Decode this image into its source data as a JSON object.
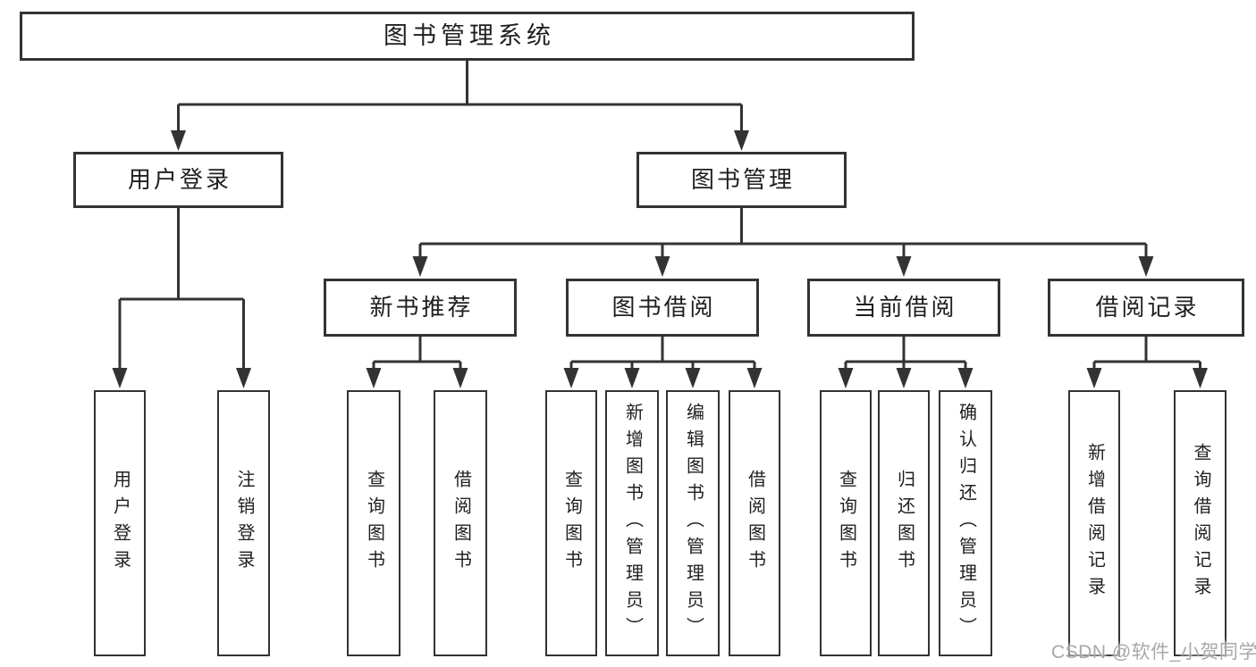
{
  "diagram": {
    "tree": {
      "root": {
        "label": "图书管理系统",
        "children": [
          {
            "label": "用户登录",
            "children": [
              {
                "label": "用户登录"
              },
              {
                "label": "注销登录"
              }
            ]
          },
          {
            "label": "图书管理",
            "children": [
              {
                "label": "新书推荐",
                "children": [
                  {
                    "label": "查询图书"
                  },
                  {
                    "label": "借阅图书"
                  }
                ]
              },
              {
                "label": "图书借阅",
                "children": [
                  {
                    "label": "查询图书"
                  },
                  {
                    "label": "新增图书（管理员）"
                  },
                  {
                    "label": "编辑图书（管理员）"
                  },
                  {
                    "label": "借阅图书"
                  }
                ]
              },
              {
                "label": "当前借阅",
                "children": [
                  {
                    "label": "查询图书"
                  },
                  {
                    "label": "归还图书"
                  },
                  {
                    "label": "确认归还（管理员）"
                  }
                ]
              },
              {
                "label": "借阅记录",
                "children": [
                  {
                    "label": "新增借阅记录"
                  },
                  {
                    "label": "查询借阅记录"
                  }
                ]
              }
            ]
          }
        ]
      }
    }
  },
  "watermark": {
    "text": "CSDN @软件_小贺同学",
    "color": "#a8a8a8"
  },
  "colors": {
    "background": "#ffffff",
    "box_border": "#333333",
    "connector_line": "#333333",
    "text": "#1f1f1f"
  }
}
